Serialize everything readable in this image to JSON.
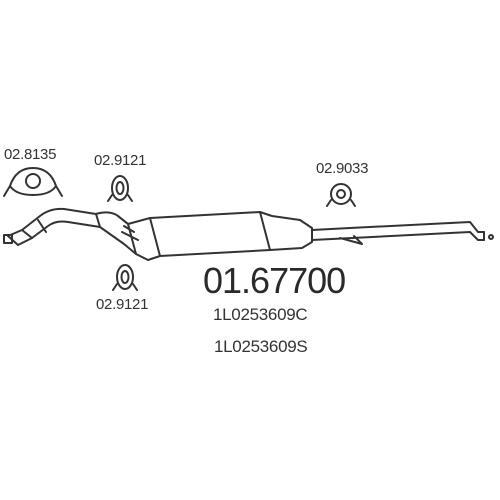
{
  "labels": {
    "part_hanger_top_left": "02.8135",
    "part_clamp_top": "02.9121",
    "part_clamp_bottom": "02.9121",
    "part_clamp_right": "02.9033",
    "main_part_number": "01.67700",
    "oem_number_1": "1L0253609C",
    "oem_number_2": "1L0253609S"
  },
  "colors": {
    "line": "#333333",
    "background": "#ffffff"
  }
}
